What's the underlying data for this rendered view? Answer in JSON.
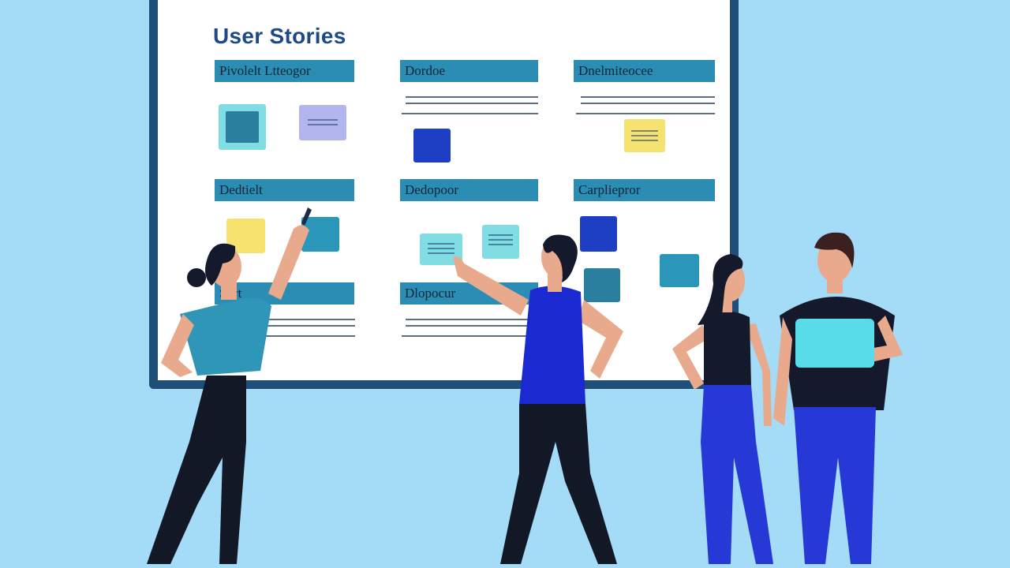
{
  "board": {
    "title": "User Stories",
    "columns": [
      {
        "header": "Pivolelt Ltteogor"
      },
      {
        "header": "Dordoe"
      },
      {
        "header": "Dnelmiteocee"
      }
    ],
    "rows": [
      {
        "headers": [
          "Dedtielt",
          "Dedopoor",
          "Carpliepror"
        ]
      },
      {
        "headers": [
          "Srvt",
          "Dlopocur",
          ""
        ]
      }
    ]
  },
  "colors": {
    "background": "#a4dcf8",
    "board_frame": "#1f4f78",
    "header_fill": "#2b8db3",
    "note_teal": "#2a96b9",
    "note_blue": "#1e3fc4",
    "note_yellow": "#f6e36f",
    "note_lavender": "#b3b5ef",
    "note_cyan": "#7fdde3"
  }
}
